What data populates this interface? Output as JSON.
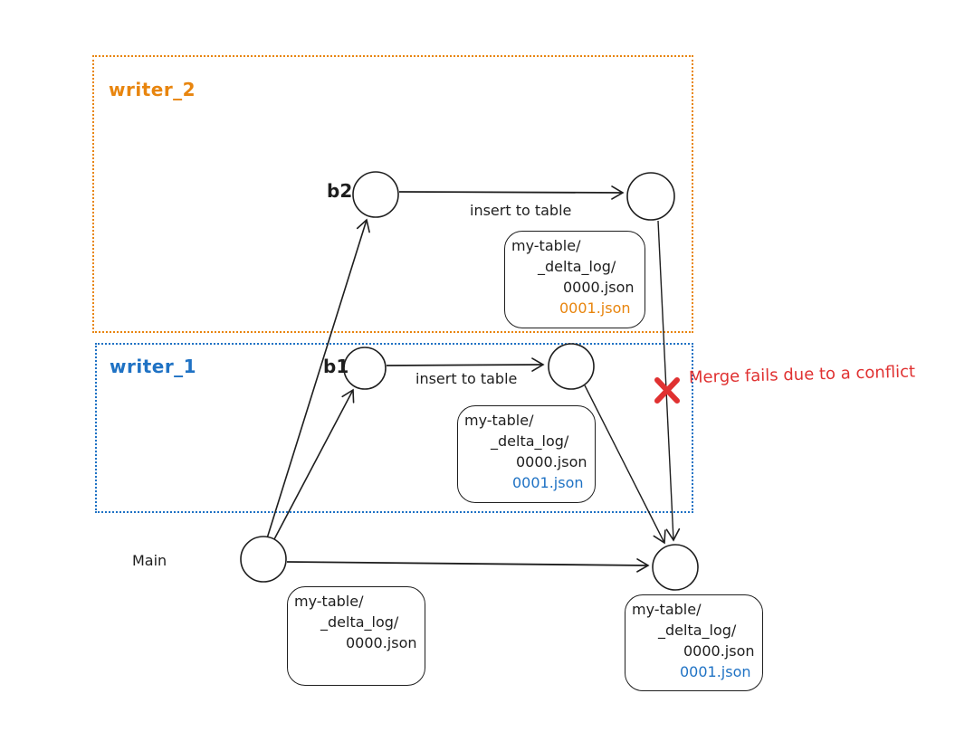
{
  "regions": {
    "writer2": {
      "label": "writer_2",
      "branch": "b2",
      "action": "insert to table"
    },
    "writer1": {
      "label": "writer_1",
      "branch": "b1",
      "action": "insert to table"
    },
    "main": {
      "label": "Main"
    }
  },
  "file_boxes": {
    "writer2": {
      "lines": [
        "my-table/",
        "_delta_log/",
        "0000.json",
        "0001.json"
      ],
      "highlight_line": "0001.json",
      "highlight_color": "#e8850e"
    },
    "writer1": {
      "lines": [
        "my-table/",
        "_delta_log/",
        "0000.json",
        "0001.json"
      ],
      "highlight_line": "0001.json",
      "highlight_color": "#1f72c4"
    },
    "main": {
      "lines": [
        "my-table/",
        "_delta_log/",
        "0000.json"
      ]
    },
    "merge": {
      "lines": [
        "my-table/",
        "_delta_log/",
        "0000.json",
        "0001.json"
      ],
      "highlight_line": "0001.json",
      "highlight_color": "#1f72c4"
    }
  },
  "annotations": {
    "conflict": "Merge fails due to a conflict"
  },
  "colors": {
    "ink": "#1e1e1e",
    "writer2_orange": "#e8850e",
    "writer1_blue": "#1f72c4",
    "conflict_red": "#e03131"
  }
}
